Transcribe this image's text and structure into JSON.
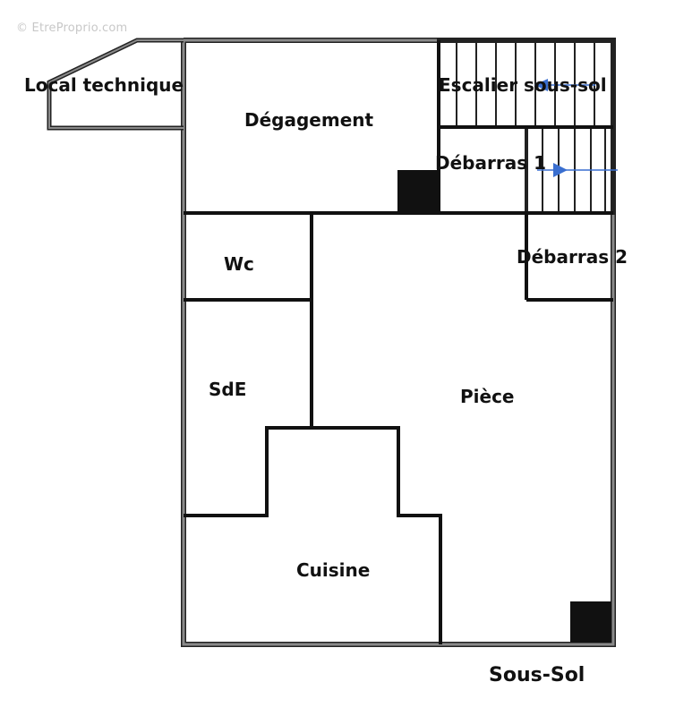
{
  "watermark": "© EtreProprio.com",
  "floor_label": "Sous-Sol",
  "rooms": {
    "local_technique": "Local technique",
    "degagement": "Dégagement",
    "escalier": "Escalier sous-sol",
    "debarras1": "Débarras 1",
    "debarras2": "Débarras 2",
    "wc": "Wc",
    "sde": "SdE",
    "piece": "Pièce",
    "cuisine": "Cuisine"
  },
  "colors": {
    "wall": "#111111",
    "outer_wall_fill": "#777777",
    "arrow": "#3a6fd0",
    "background": "#ffffff"
  }
}
